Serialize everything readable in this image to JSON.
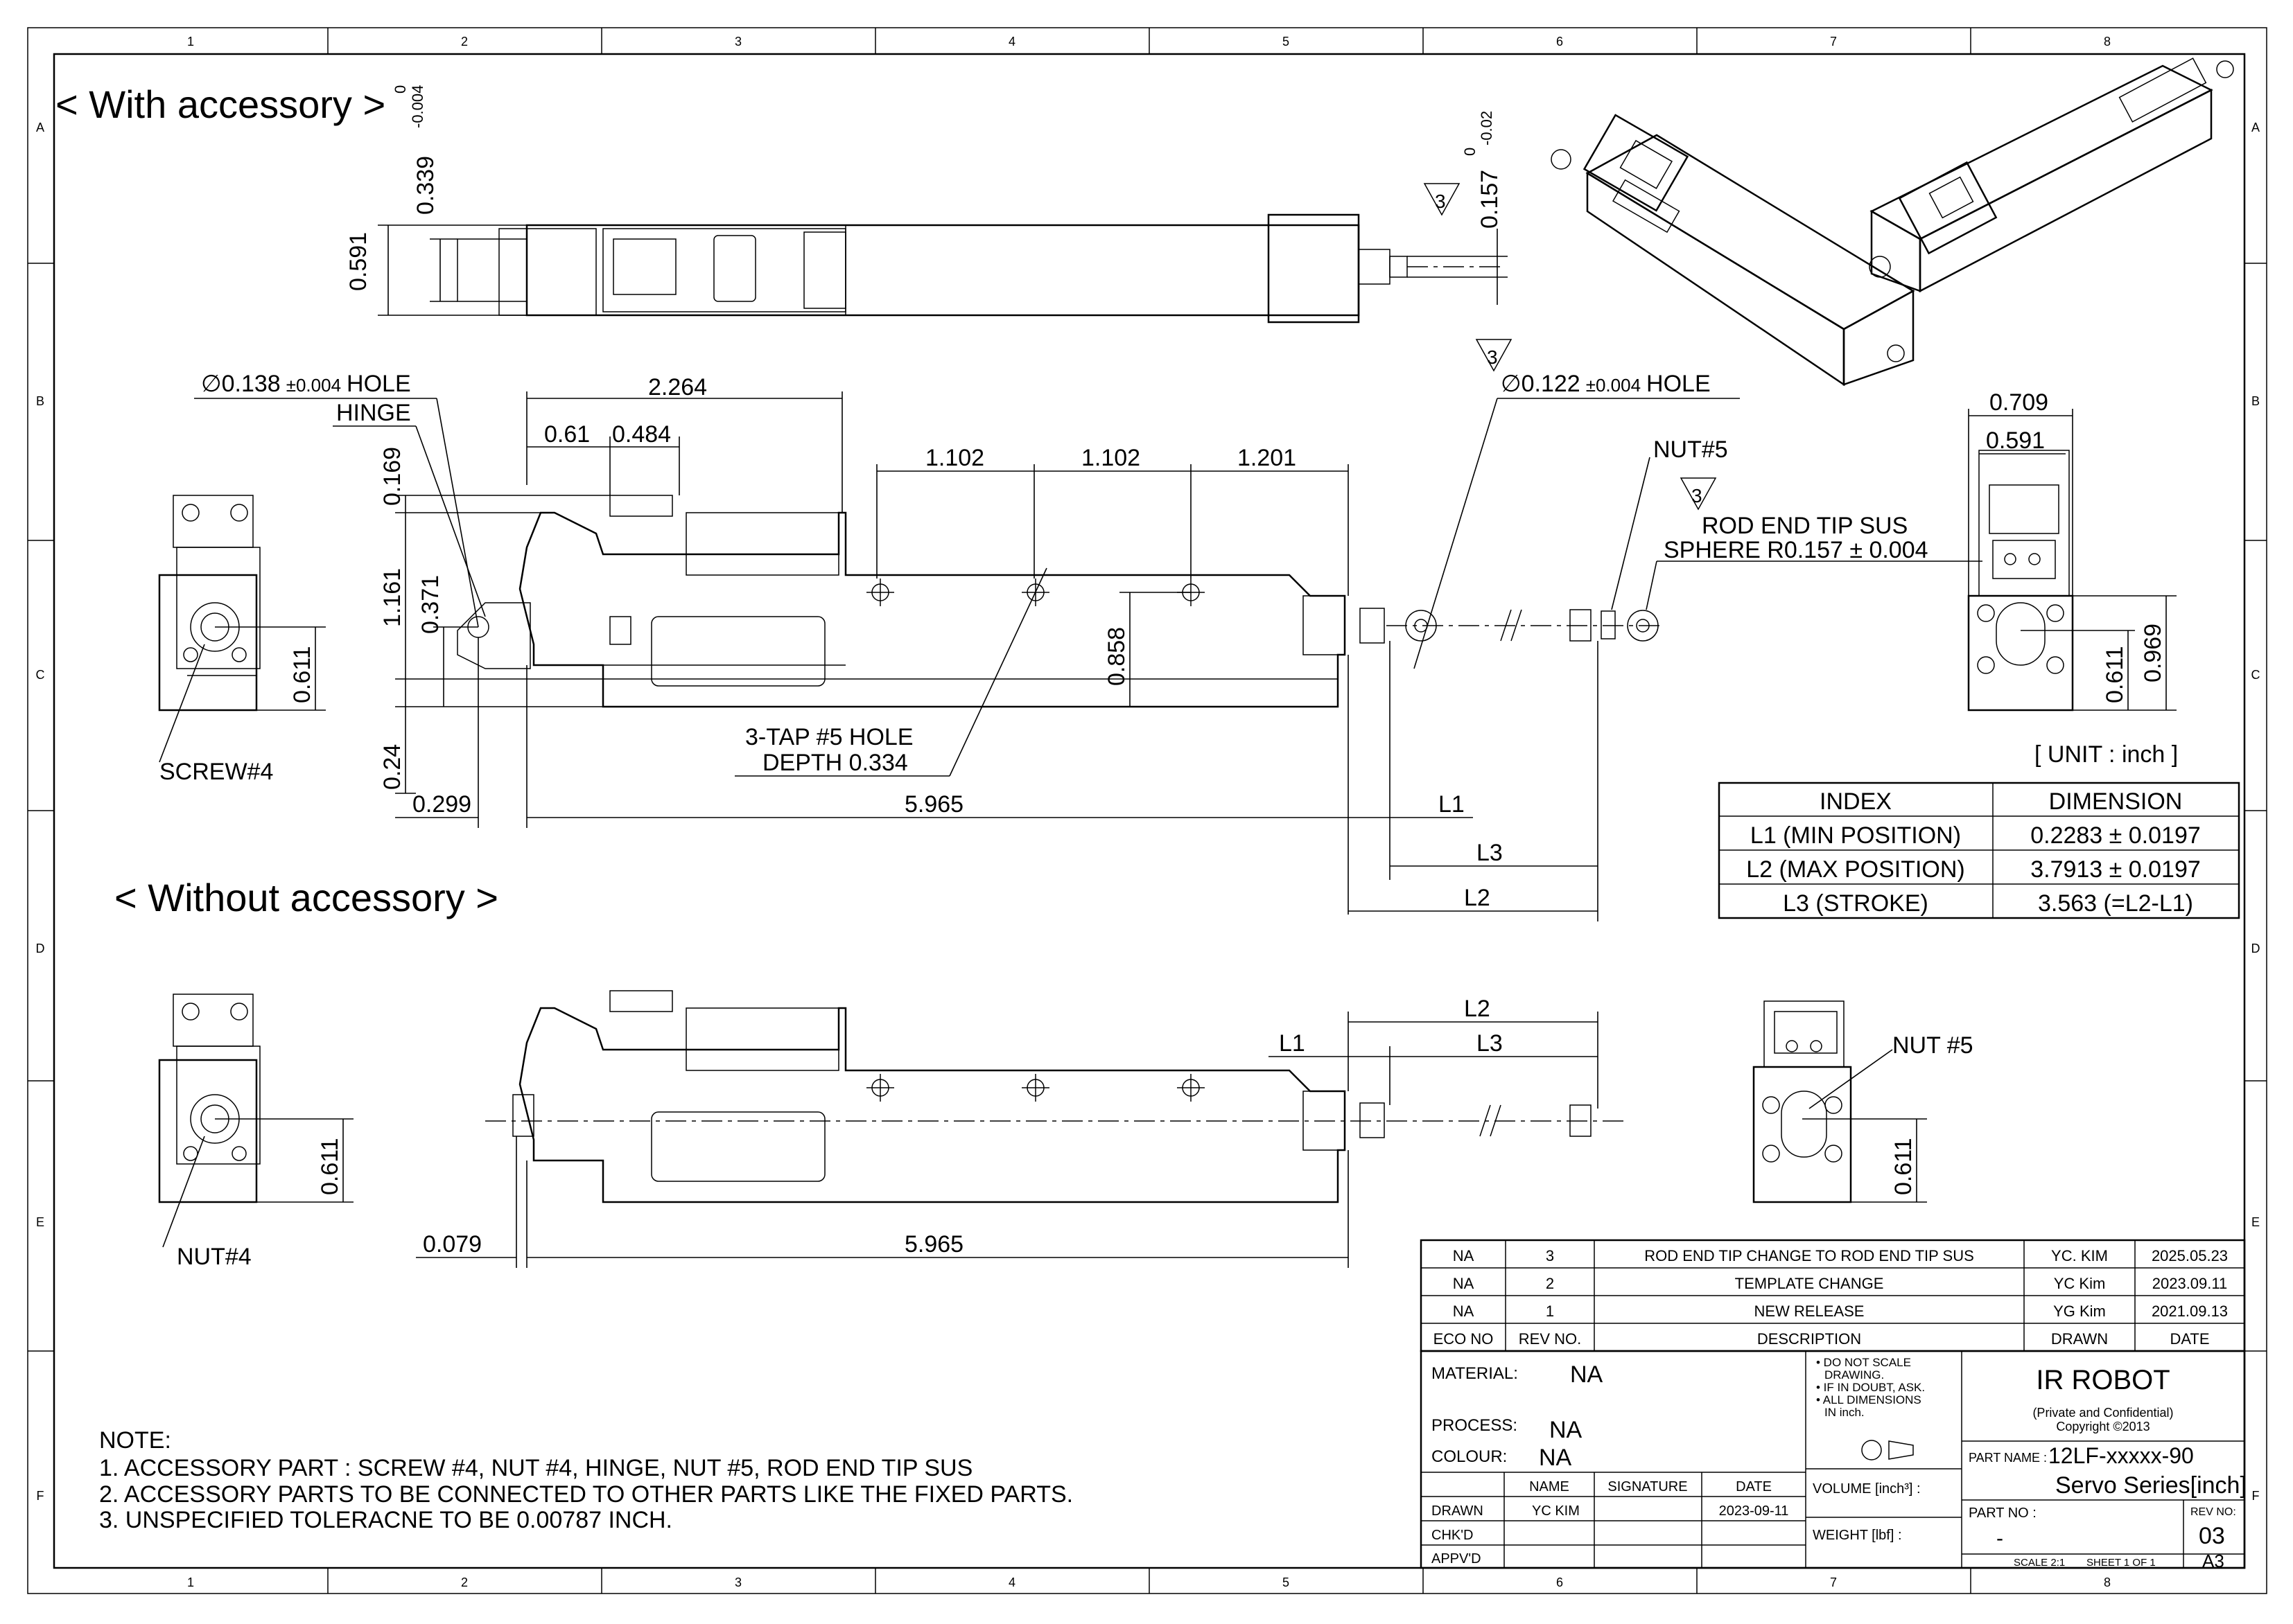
{
  "border": {
    "col_labels": [
      "1",
      "2",
      "3",
      "4",
      "5",
      "6",
      "7",
      "8"
    ],
    "row_labels": [
      "A",
      "B",
      "C",
      "D",
      "E",
      "F"
    ]
  },
  "views": {
    "with_accessory": "< With accessory >",
    "without_accessory": "< Without accessory >"
  },
  "top_view": {
    "dim_height": "0.591",
    "dim_shaft": "0.339",
    "tol_shaft_upper": "0",
    "tol_shaft_lower": "-0.004",
    "dim_rod": "0.157",
    "tol_rod_upper": "0",
    "tol_rod_lower": "-0.02",
    "rev_mark": "3"
  },
  "side_view": {
    "hole_left": "∅0.138",
    "hole_left_tol": "±0.004",
    "hole_left_suffix": "HOLE",
    "hinge": "HINGE",
    "d_2264": "2.264",
    "d_061": "0.61",
    "d_0484": "0.484",
    "d_1102a": "1.102",
    "d_1102b": "1.102",
    "d_1201": "1.201",
    "d_0169": "0.169",
    "d_1161": "1.161",
    "d_0371": "0.371",
    "d_0858": "0.858",
    "d_024": "0.24",
    "d_0299": "0.299",
    "d_5965": "5.965",
    "tap1": "3-TAP #5 HOLE",
    "tap2": "DEPTH 0.334",
    "hole_right": "∅0.122",
    "hole_right_tol": "±0.004",
    "hole_right_suffix": "HOLE",
    "rev_mark": "3",
    "nut5": "NUT#5",
    "rod1": "ROD END TIP SUS",
    "rod2": "SPHERE R0.157 ± 0.004",
    "rev_mark2": "3",
    "L1": "L1",
    "L2": "L2",
    "L3": "L3"
  },
  "end_view_left_top": {
    "screw": "SCREW#4",
    "d_0611": "0.611"
  },
  "end_view_right_top": {
    "d_0709": "0.709",
    "d_0591": "0.591",
    "d_0611": "0.611",
    "d_0969": "0.969"
  },
  "unit": "[ UNIT : inch ]",
  "dimension_table": {
    "headers": [
      "INDEX",
      "DIMENSION"
    ],
    "rows": [
      [
        "L1 (MIN POSITION)",
        "0.2283 ± 0.0197"
      ],
      [
        "L2 (MAX POSITION)",
        "3.7913 ± 0.0197"
      ],
      [
        "L3 (STROKE)",
        "3.563 (=L2-L1)"
      ]
    ]
  },
  "bottom_view": {
    "L1": "L1",
    "L2": "L2",
    "L3": "L3",
    "d_0079": "0.079",
    "d_5965": "5.965"
  },
  "end_view_left_bottom": {
    "nut4": "NUT#4",
    "d_0611": "0.611"
  },
  "end_view_right_bottom": {
    "nut5": "NUT #5",
    "d_0611": "0.611"
  },
  "notes": [
    "NOTE:",
    "1. ACCESSORY PART :  SCREW #4, NUT #4, HINGE, NUT #5, ROD END TIP SUS",
    "2. ACCESSORY PARTS TO BE CONNECTED TO OTHER PARTS LIKE THE  FIXED PARTS.",
    "3. UNSPECIFIED TOLERACNE TO BE 0.00787 INCH."
  ],
  "revisions": {
    "rows": [
      [
        "NA",
        "3",
        "ROD END TIP CHANGE TO ROD END TIP SUS",
        "YC. KIM",
        "2025.05.23"
      ],
      [
        "NA",
        "2",
        "TEMPLATE CHANGE",
        "YC Kim",
        "2023.09.11"
      ],
      [
        "NA",
        "1",
        "NEW RELEASE",
        "YG Kim",
        "2021.09.13"
      ]
    ],
    "headers": [
      "ECO NO",
      "REV NO.",
      "DESCRIPTION",
      "DRAWN",
      "DATE"
    ]
  },
  "title_block": {
    "material_label": "MATERIAL:",
    "material": "NA",
    "process_label": "PROCESS:",
    "process": "NA",
    "colour_label": "COLOUR:",
    "colour": "NA",
    "col_name": "NAME",
    "col_signature": "SIGNATURE",
    "col_date": "DATE",
    "drawn_label": "DRAWN",
    "drawn_name": "YC KIM",
    "drawn_date": "2023-09-11",
    "chkd_label": "CHK'D",
    "appvd_label": "APPV'D",
    "note1": "• DO NOT SCALE",
    "note1b": "DRAWING.",
    "note2": "• IF IN DOUBT, ASK.",
    "note3": "• ALL DIMENSIONS",
    "note3b": "IN inch.",
    "volume_label": "VOLUME [inch³] :",
    "weight_label": "WEIGHT [lbf] :",
    "company": "IR ROBOT",
    "confidential": "(Private and Confidential)",
    "copyright": "Copyright ©2013",
    "part_name_label": "PART NAME :",
    "part_name": "12LF-xxxxx-90",
    "part_desc": "Servo Series[inch]",
    "part_no_label": "PART NO :",
    "part_no": "-",
    "rev_label": "REV NO:",
    "rev": "03",
    "scale": "SCALE  2:1",
    "sheet": "SHEET 1 OF 1",
    "size": "A3"
  }
}
